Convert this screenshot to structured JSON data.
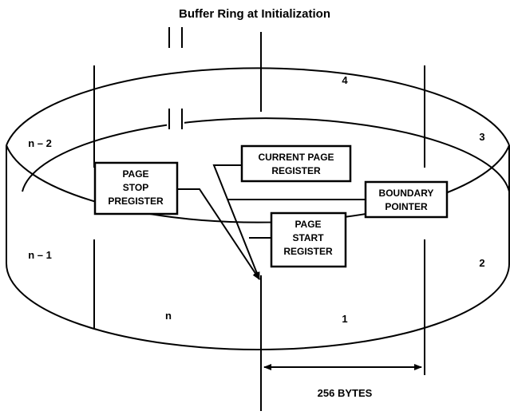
{
  "title": "Buffer Ring at Initialization",
  "segments": {
    "seg_1": "1",
    "seg_2": "2",
    "seg_3": "3",
    "seg_4": "4",
    "seg_n": "n",
    "seg_n_minus_1": "n – 1",
    "seg_n_minus_2": "n – 2"
  },
  "registers": {
    "current_page": [
      "CURRENT PAGE",
      "REGISTER"
    ],
    "page_stop": [
      "PAGE",
      "STOP",
      "PREGISTER"
    ],
    "boundary": [
      "BOUNDARY",
      "POINTER"
    ],
    "page_start": [
      "PAGE",
      "START",
      "REGISTER"
    ]
  },
  "dimension_label": "256 BYTES"
}
